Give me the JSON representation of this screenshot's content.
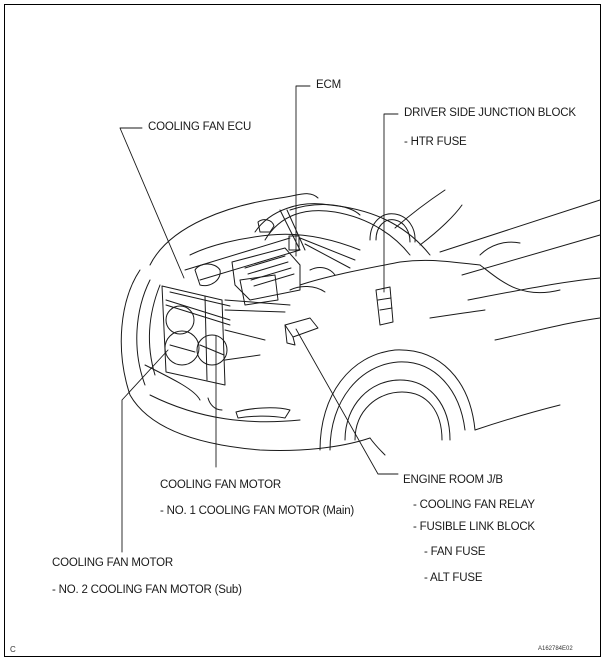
{
  "figure": {
    "corner_mark": "C",
    "figure_id": "A162784E02"
  },
  "labels": {
    "ecm": "ECM",
    "driver_side_jb": "DRIVER SIDE JUNCTION BLOCK",
    "htr_fuse": "- HTR FUSE",
    "cooling_fan_ecu": "COOLING FAN ECU",
    "cooling_fan_motor_main_title": "COOLING FAN MOTOR",
    "cooling_fan_motor_main_sub": "- NO. 1 COOLING FAN MOTOR (Main)",
    "cooling_fan_motor_sub_title": "COOLING FAN MOTOR",
    "cooling_fan_motor_sub_sub": "- NO. 2 COOLING FAN MOTOR (Sub)",
    "engine_room_jb": "ENGINE ROOM J/B",
    "cooling_fan_relay": "- COOLING FAN RELAY",
    "fusible_link_block": "- FUSIBLE LINK BLOCK",
    "fan_fuse": "- FAN FUSE",
    "alt_fuse": "- ALT FUSE"
  }
}
